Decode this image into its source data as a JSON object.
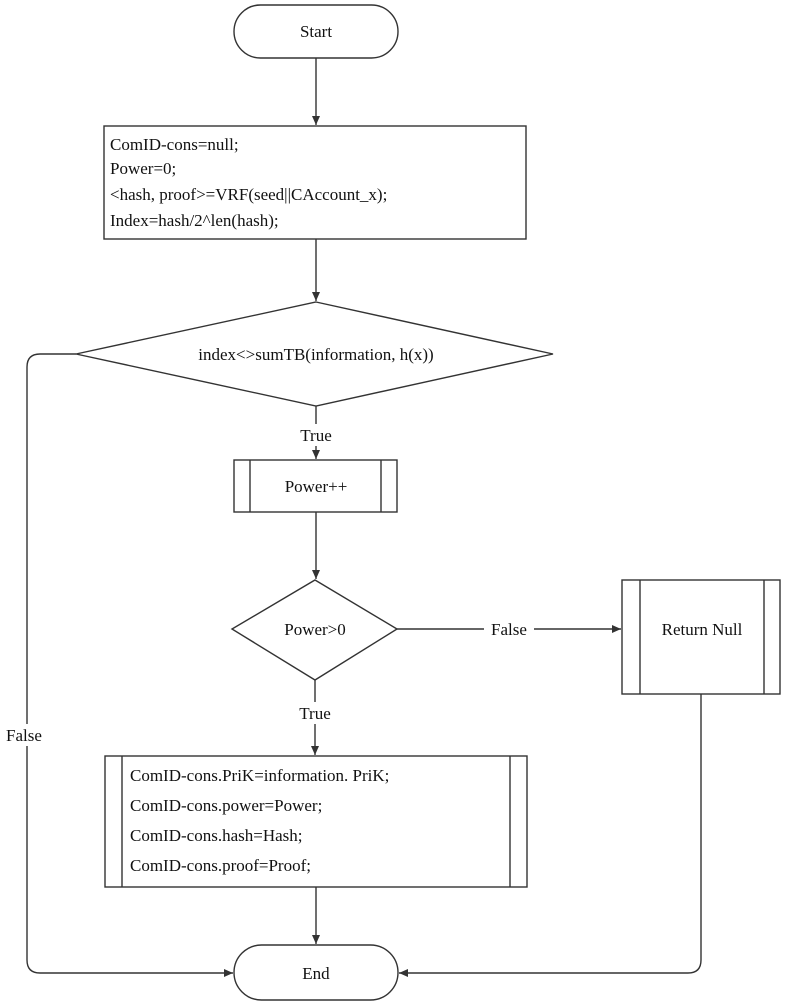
{
  "nodes": {
    "start": "Start",
    "init": [
      "ComID-cons=null;",
      "Power=0;",
      "<hash, proof>=VRF(seed||CAccount_x);",
      "Index=hash/2^len(hash);"
    ],
    "decision1": "index<>sumTB(information, h(x))",
    "power_inc": "Power++",
    "decision2": "Power>0",
    "return_null": "Return Null",
    "assign": [
      "ComID-cons.PriK=information. PriK;",
      "ComID-cons.power=Power;",
      "ComID-cons.hash=Hash;",
      "ComID-cons.proof=Proof;"
    ],
    "end": "End"
  },
  "edges": {
    "d1_true": "True",
    "d1_false": "False",
    "d2_true": "True",
    "d2_false": "False"
  }
}
